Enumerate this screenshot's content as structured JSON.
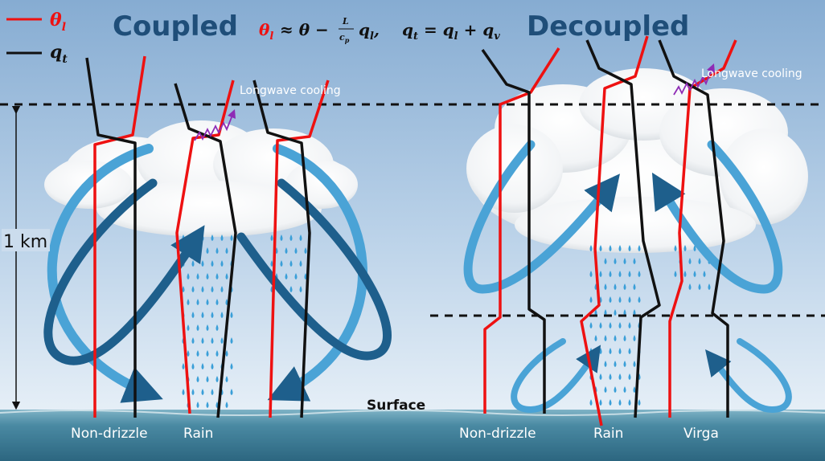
{
  "legend": {
    "theta_symbol": "θ",
    "theta_sub": "l",
    "q_symbol": "q",
    "q_sub": "t",
    "theta_color": "#ee1111",
    "q_color": "#111111"
  },
  "titles": {
    "coupled": "Coupled",
    "decoupled": "Decoupled"
  },
  "equation": {
    "lhs": "θ",
    "lhs_sub": "l",
    "approx": " ≈ θ −",
    "frac_num": "L",
    "frac_den": "c",
    "frac_den_sub": "p",
    "q": "q",
    "q_sub": "l",
    "sep": ",",
    "second": "q",
    "second_sub": "t",
    "equals": " = q",
    "plus_l": "l",
    "plus": " + q",
    "plus_v": "v"
  },
  "annotations": {
    "longwave_left": "Longwave cooling",
    "longwave_right": "Longwave cooling",
    "height": "1 km",
    "surface": "Surface"
  },
  "bottom_labels": {
    "coupled_nondrizzle": "Non-drizzle",
    "coupled_rain": "Rain",
    "decoupled_nondrizzle": "Non-drizzle",
    "decoupled_rain": "Rain",
    "decoupled_virga": "Virga"
  },
  "colors": {
    "sky_top": "#8db2d6",
    "sky_bottom": "#dbe8f4",
    "sea": "#4f8fa7",
    "arrow_dark": "#1e5f8c",
    "arrow_light": "#4aa3d6",
    "rain": "#3a9fd8",
    "longwave": "#8e2bb5"
  }
}
